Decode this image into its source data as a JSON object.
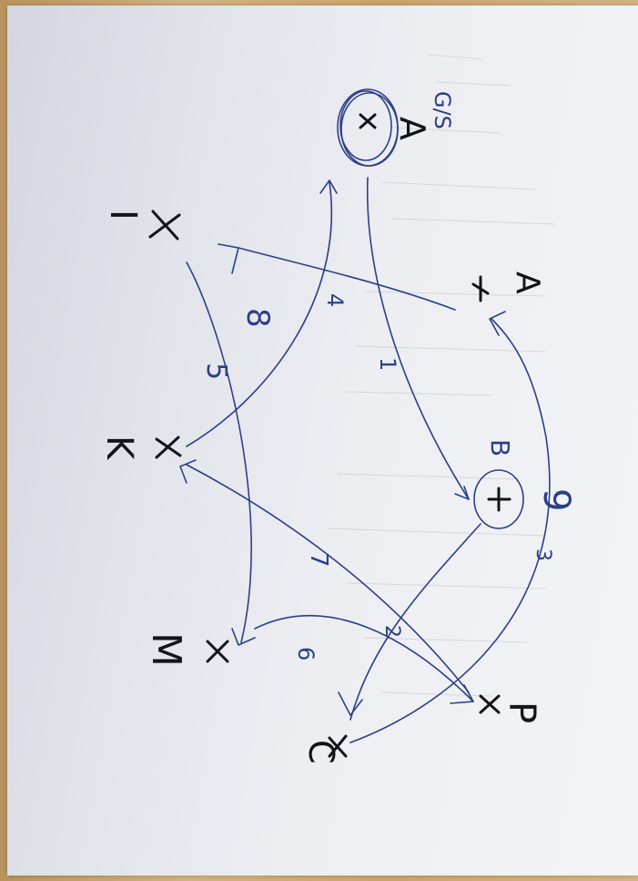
{
  "nodes": [
    {
      "id": "A_start",
      "label": "A",
      "sublabel": "G/S"
    },
    {
      "id": "A",
      "label": "A"
    },
    {
      "id": "B",
      "label": "B"
    },
    {
      "id": "I",
      "label": "I"
    },
    {
      "id": "K",
      "label": "K"
    },
    {
      "id": "M",
      "label": "M"
    },
    {
      "id": "P",
      "label": "P"
    },
    {
      "id": "C",
      "label": "C"
    }
  ],
  "edge_numbers": {
    "n1": "1",
    "n2": "2",
    "n3": "3",
    "n4": "4",
    "n5": "5",
    "n6": "6",
    "n7": "7",
    "n8": "8",
    "n9": "9"
  },
  "colors": {
    "ink": "#2d3f86",
    "marker": "#111418"
  }
}
